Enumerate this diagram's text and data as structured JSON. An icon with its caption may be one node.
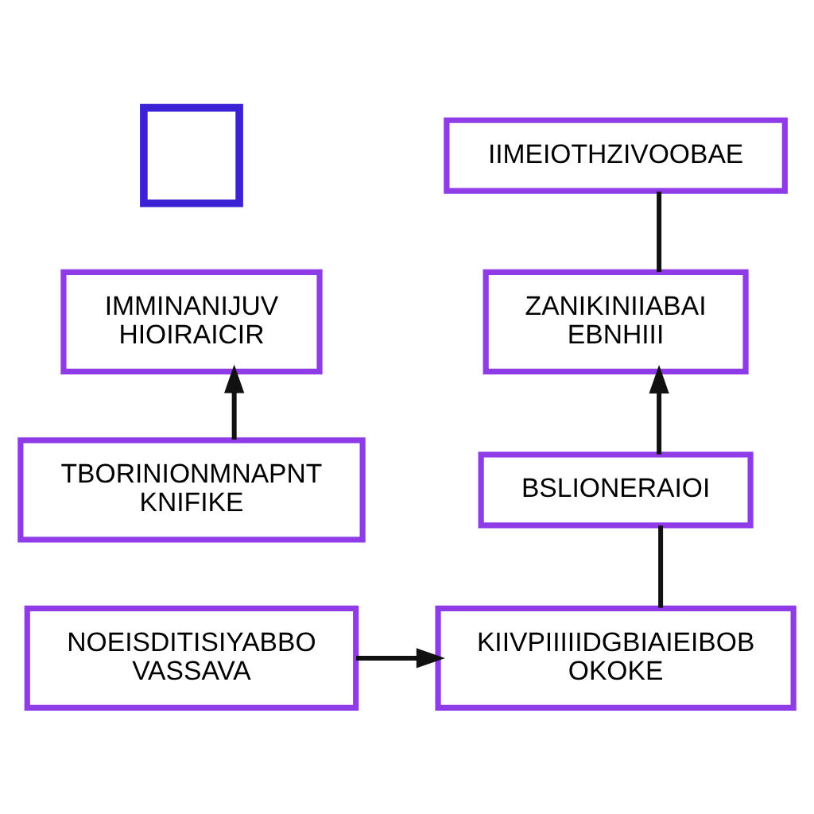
{
  "diagram": {
    "nodes": [
      {
        "text": [],
        "shape": "box"
      },
      {
        "text": [
          "IIMEIOTHZIVOOBAE"
        ]
      },
      {
        "text": [
          "IMMINANIJUV",
          "HIOIRAICIR"
        ]
      },
      {
        "text": [
          "ZANIKINIIABAI",
          "EBNHIII"
        ]
      },
      {
        "text": [
          "TBORINIONMNAPNT",
          "KNIFIKE"
        ]
      },
      {
        "text": [
          "BSLIONERAIOI"
        ]
      },
      {
        "text": [
          "NOEISDITISIYABBO",
          "VASSAVA"
        ]
      },
      {
        "text": [
          "KIIVPIIIIIDGBIAIEIBOB",
          "OKOKE"
        ]
      }
    ],
    "edges": [
      {
        "from": 1,
        "to": 3,
        "arrow": "none"
      },
      {
        "from": 4,
        "to": 2,
        "arrow": "to"
      },
      {
        "from": 5,
        "to": 3,
        "arrow": "to"
      },
      {
        "from": 5,
        "to": 7,
        "arrow": "none"
      },
      {
        "from": 6,
        "to": 7,
        "arrow": "to"
      }
    ]
  }
}
